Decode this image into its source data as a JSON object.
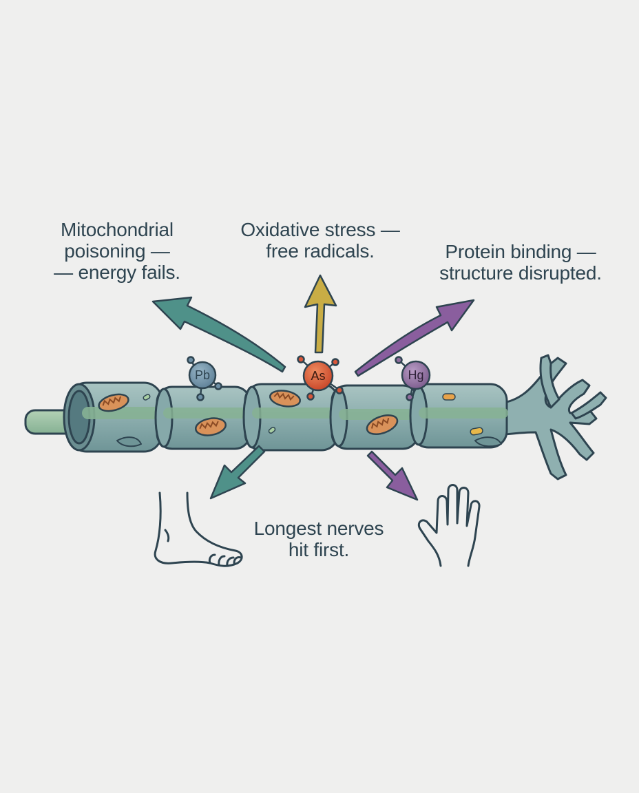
{
  "labels": {
    "mitochondrial": [
      "Mitochondrial",
      "poisoning —",
      "— energy fails."
    ],
    "oxidative": [
      "Oxidative stress —",
      "free radicals."
    ],
    "protein": [
      "Protein binding —",
      "structure disrupted."
    ],
    "longest": [
      "Longest nerves",
      "hit first."
    ]
  },
  "ions": {
    "lead": "Pb",
    "arsenic": "As",
    "mercury": "Hg"
  },
  "colors": {
    "background": "#efefee",
    "outline": "#2e4450",
    "axon": "#8fb0b0",
    "teal_arrow": "#4f9189",
    "olive_arrow": "#c9ad45",
    "purple_arrow": "#8a5e9e",
    "lead_ion": "#6d8fa5",
    "arsenic_ion": "#d8573a",
    "mercury_ion": "#8e6d9c",
    "mitochondria": "#d9925a"
  },
  "icons": [
    "foot-icon",
    "hand-icon",
    "mitochondrion-icon",
    "dendrite-icon"
  ]
}
